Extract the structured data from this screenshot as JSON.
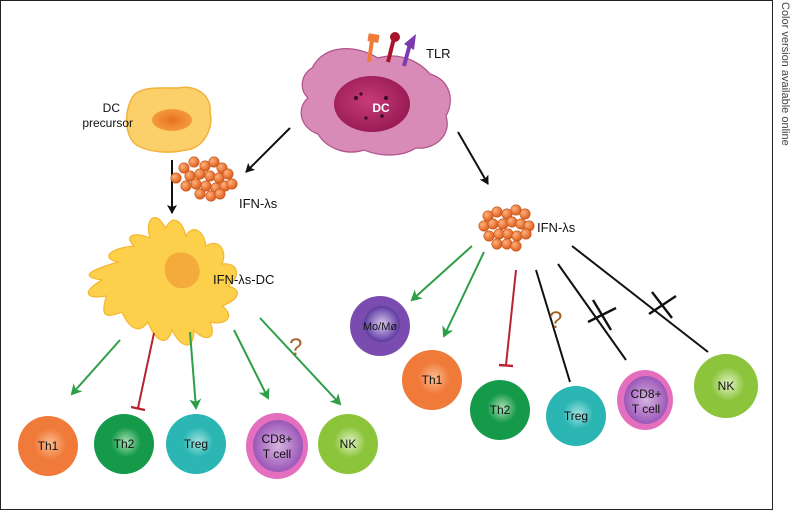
{
  "side_note": "Color version available online",
  "top_cell": {
    "label": "DC",
    "receptor_label": "TLR"
  },
  "left_branch": {
    "precursor_label_line1": "DC",
    "precursor_label_line2": "precursor",
    "ifn_label": "IFN-λs",
    "dc_label": "IFN-λs-DC",
    "unknown_mark": "?",
    "targets": [
      "Th1",
      "Th2",
      "Treg",
      "CD8+",
      "T cell",
      "NK"
    ]
  },
  "right_branch": {
    "ifn_label": "IFN-λs",
    "unknown_mark": "?",
    "targets": [
      "Mo/Mø",
      "Th1",
      "Th2",
      "Treg",
      "CD8+",
      "T cell",
      "NK"
    ]
  },
  "colors": {
    "activation_arrow": "#2e9e47",
    "inhibition_line": "#b8232e",
    "no_effect_line": "#111111",
    "question_mark": "#a0652a",
    "th1": "#f07a3a",
    "th2": "#159a4a",
    "treg": "#2bb6b4",
    "cd8": "#d257b5",
    "nk": "#8cc43c",
    "mo": "#7b4cb0",
    "dc_body": "#c45e9a",
    "ifn_dc": "#f9c53a",
    "ifn_particle": "#e8702c"
  }
}
